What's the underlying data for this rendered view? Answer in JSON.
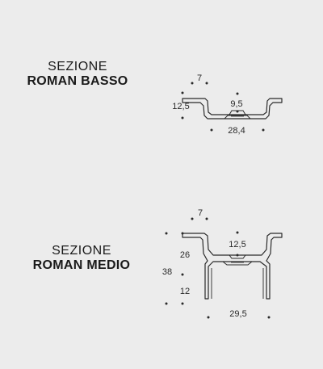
{
  "sections": [
    {
      "label": "SEZIONE",
      "name": "ROMAN BASSO",
      "dims": {
        "rim": "7",
        "height": "12,5",
        "inner": "9,5",
        "outer": "28,4"
      }
    },
    {
      "label": "SEZIONE",
      "name": "ROMAN MEDIO",
      "dims": {
        "rim": "7",
        "inner": "12,5",
        "body": "26",
        "total": "38",
        "leg": "12",
        "outer": "29,5"
      }
    }
  ],
  "colors": {
    "background": "#ececec",
    "profile_stroke": "#2a2a2a",
    "profile_fill": "#ececec"
  }
}
